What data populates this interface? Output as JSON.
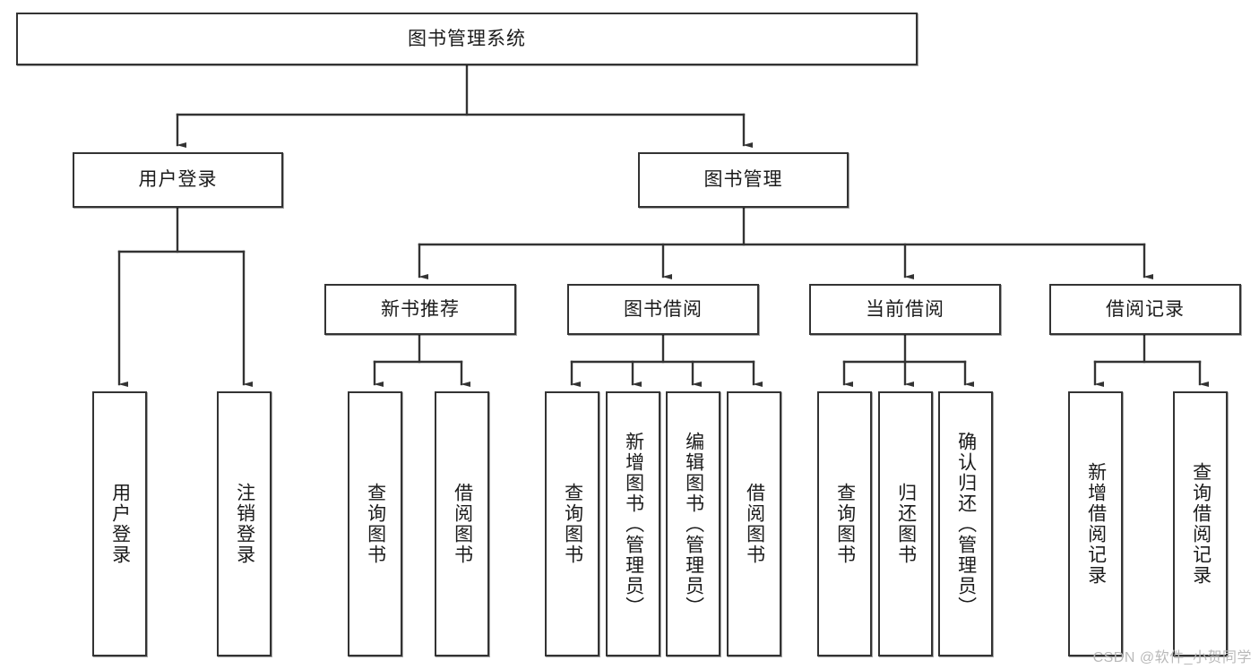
{
  "diagram": {
    "type": "tree-hierarchy",
    "title": "图书管理系统",
    "watermark": "CSDN @软件_小贺同学",
    "colors": {
      "stroke": "#333333",
      "fill": "#ffffff",
      "text": "#1b1b1b",
      "watermark": "#b9b9b9"
    },
    "levels": [
      {
        "level": 1,
        "nodes": [
          {
            "id": "root",
            "label": "图书管理系统",
            "orientation": "horizontal"
          }
        ]
      },
      {
        "level": 2,
        "nodes": [
          {
            "id": "login",
            "label": "用户登录",
            "orientation": "horizontal",
            "parent": "root"
          },
          {
            "id": "bookmgmt",
            "label": "图书管理",
            "orientation": "horizontal",
            "parent": "root"
          }
        ]
      },
      {
        "level": 3,
        "nodes": [
          {
            "id": "newbook",
            "label": "新书推荐",
            "orientation": "horizontal",
            "parent": "bookmgmt"
          },
          {
            "id": "borrow",
            "label": "图书借阅",
            "orientation": "horizontal",
            "parent": "bookmgmt"
          },
          {
            "id": "current",
            "label": "当前借阅",
            "orientation": "horizontal",
            "parent": "bookmgmt"
          },
          {
            "id": "records",
            "label": "借阅记录",
            "orientation": "horizontal",
            "parent": "bookmgmt"
          }
        ]
      },
      {
        "level": 4,
        "nodes": [
          {
            "id": "leaf1",
            "label": "用户登录",
            "orientation": "vertical",
            "parent": "login"
          },
          {
            "id": "leaf2",
            "label": "注销登录",
            "orientation": "vertical",
            "parent": "login"
          },
          {
            "id": "leaf3",
            "label": "查询图书",
            "orientation": "vertical",
            "parent": "newbook"
          },
          {
            "id": "leaf4",
            "label": "借阅图书",
            "orientation": "vertical",
            "parent": "newbook"
          },
          {
            "id": "leaf5",
            "label": "查询图书",
            "orientation": "vertical",
            "parent": "borrow"
          },
          {
            "id": "leaf6",
            "label": "新增图书（管理员）",
            "orientation": "vertical",
            "parent": "borrow"
          },
          {
            "id": "leaf7",
            "label": "编辑图书（管理员）",
            "orientation": "vertical",
            "parent": "borrow"
          },
          {
            "id": "leaf8",
            "label": "借阅图书",
            "orientation": "vertical",
            "parent": "borrow"
          },
          {
            "id": "leaf9",
            "label": "查询图书",
            "orientation": "vertical",
            "parent": "current"
          },
          {
            "id": "leaf10",
            "label": "归还图书",
            "orientation": "vertical",
            "parent": "current"
          },
          {
            "id": "leaf11",
            "label": "确认归还（管理员）",
            "orientation": "vertical",
            "parent": "current"
          },
          {
            "id": "leaf12",
            "label": "新增借阅记录",
            "orientation": "vertical",
            "parent": "records"
          },
          {
            "id": "leaf13",
            "label": "查询借阅记录",
            "orientation": "vertical",
            "parent": "records"
          }
        ]
      }
    ]
  }
}
